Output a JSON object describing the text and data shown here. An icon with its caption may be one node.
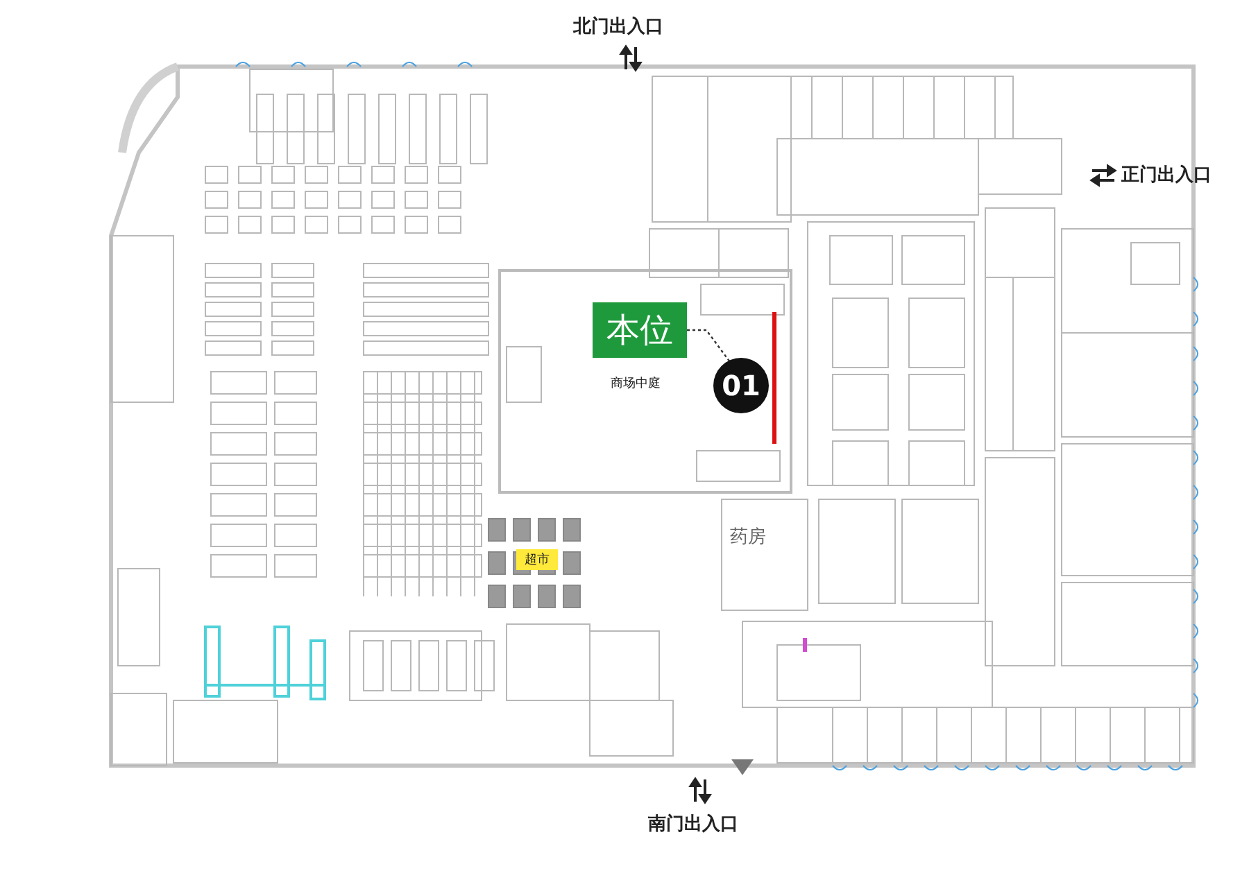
{
  "diagram": {
    "nodes": [
      {
        "text": [
          "本位"
        ]
      },
      {
        "text": [
          "01"
        ]
      }
    ],
    "edges": [
      {
        "from": 0,
        "to": 1,
        "arrow": "none",
        "style": "dashed"
      }
    ],
    "labels": [
      "北门出入口",
      "正门出入口",
      "商场中庭",
      "超市",
      "药房",
      "南门出入口"
    ]
  }
}
